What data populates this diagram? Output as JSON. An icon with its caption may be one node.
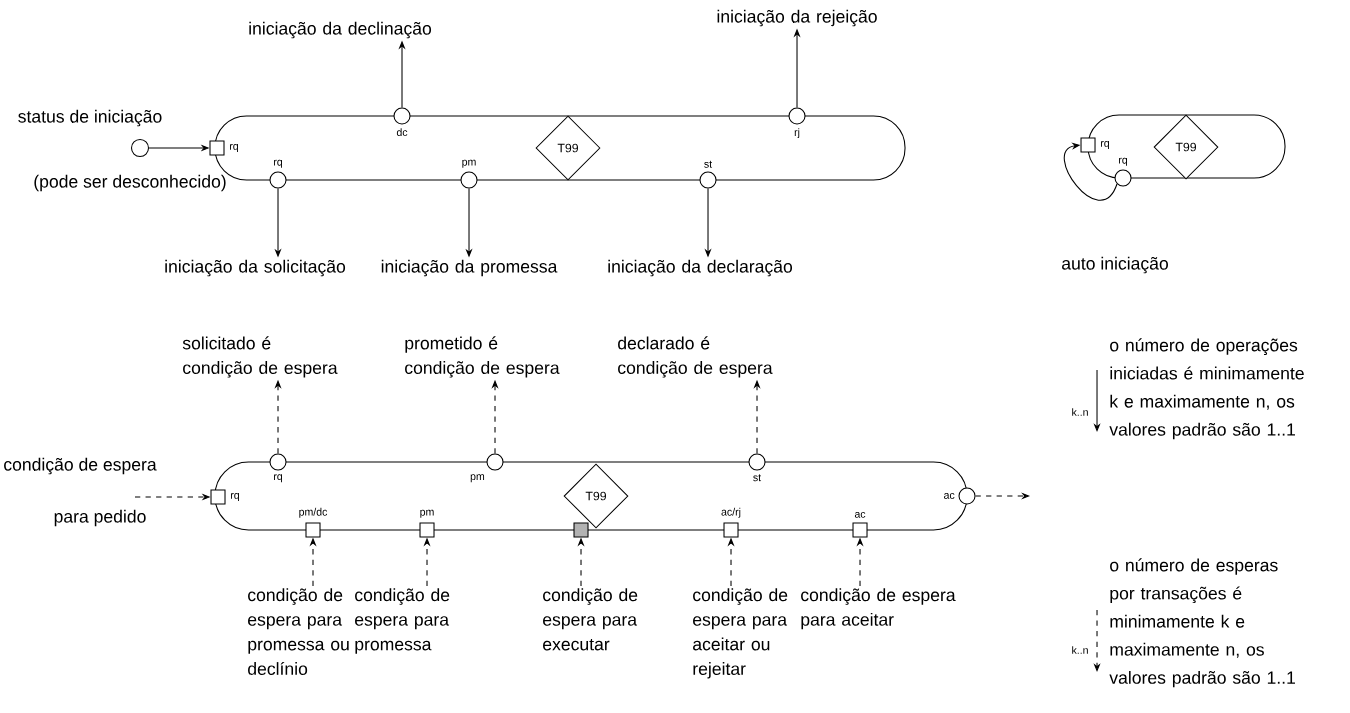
{
  "diagram": {
    "nodes": [
      {
        "text": [],
        "shape": "band"
      },
      {
        "text": [
          "T99"
        ],
        "in": 0
      },
      {
        "text": [
          "rq"
        ],
        "in": 0
      },
      {
        "text": [
          "dc"
        ],
        "in": 0
      },
      {
        "text": [
          "rj"
        ],
        "in": 0
      },
      {
        "text": [
          "rq"
        ],
        "in": 0
      },
      {
        "text": [
          "pm"
        ],
        "in": 0
      },
      {
        "text": [
          "st"
        ],
        "in": 0
      },
      {
        "text": [],
        "shape": "circle"
      },
      {
        "text": [
          "iniciação da declinação"
        ]
      },
      {
        "text": [
          "iniciação da rejeição"
        ]
      },
      {
        "text": [
          "iniciação da solicitação"
        ]
      },
      {
        "text": [
          "iniciação da promessa"
        ]
      },
      {
        "text": [
          "iniciação da declaração"
        ]
      },
      {
        "text": [],
        "shape": "band"
      },
      {
        "text": [
          "T99"
        ],
        "in": 14
      },
      {
        "text": [
          "rq"
        ],
        "in": 14
      },
      {
        "text": [
          "rq"
        ],
        "in": 14
      },
      {
        "text": [],
        "shape": "band"
      },
      {
        "text": [
          "T99"
        ],
        "in": 18
      },
      {
        "text": [
          "rq"
        ],
        "in": 18
      },
      {
        "text": [
          "rq"
        ],
        "in": 18
      },
      {
        "text": [
          "pm"
        ],
        "in": 18
      },
      {
        "text": [
          "st"
        ],
        "in": 18
      },
      {
        "text": [
          "pm/dc"
        ],
        "in": 18
      },
      {
        "text": [
          "pm"
        ],
        "in": 18
      },
      {
        "text": [],
        "shape": "box",
        "in": 18
      },
      {
        "text": [
          "ac/rj"
        ],
        "in": 18
      },
      {
        "text": [
          "ac"
        ],
        "in": 18
      },
      {
        "text": [
          "ac"
        ],
        "in": 18
      },
      {
        "text": [
          "solicitado é condição de espera"
        ]
      },
      {
        "text": [
          "prometido é condição de espera"
        ]
      },
      {
        "text": [
          "declarado é condição de espera"
        ]
      },
      {
        "text": [
          "condição de espera para promessa ou declínio"
        ]
      },
      {
        "text": [
          "condição de espera para promessa"
        ]
      },
      {
        "text": [
          "condição de espera para executar"
        ]
      },
      {
        "text": [
          "condição de espera para aceitar ou rejeitar"
        ]
      },
      {
        "text": [
          "condição de espera para aceitar"
        ]
      }
    ],
    "edges": [
      {
        "from": 8,
        "to": 2,
        "arrow": "to"
      },
      {
        "from": 3,
        "to": 9,
        "arrow": "to"
      },
      {
        "from": 4,
        "to": 10,
        "arrow": "to"
      },
      {
        "from": 5,
        "to": 11,
        "arrow": "to"
      },
      {
        "from": 6,
        "to": 12,
        "arrow": "to"
      },
      {
        "from": 7,
        "to": 13,
        "arrow": "to"
      },
      {
        "from": 17,
        "to": 16,
        "arrow": "to"
      },
      {
        "from": null,
        "to": 20,
        "arrow": "to",
        "style": "dashed"
      },
      {
        "from": 21,
        "to": 30,
        "arrow": "to",
        "style": "dashed"
      },
      {
        "from": 22,
        "to": 31,
        "arrow": "to",
        "style": "dashed"
      },
      {
        "from": 23,
        "to": 32,
        "arrow": "to",
        "style": "dashed"
      },
      {
        "from": 33,
        "to": 24,
        "arrow": "to",
        "style": "dashed"
      },
      {
        "from": 34,
        "to": 25,
        "arrow": "to",
        "style": "dashed"
      },
      {
        "from": 35,
        "to": 26,
        "arrow": "to",
        "style": "dashed"
      },
      {
        "from": 36,
        "to": 27,
        "arrow": "to",
        "style": "dashed"
      },
      {
        "from": 37,
        "to": 28,
        "arrow": "to",
        "style": "dashed"
      },
      {
        "from": 29,
        "to": null,
        "arrow": "to",
        "style": "dashed"
      }
    ],
    "labels": [
      "status de iniciação",
      "(pode ser desconhecido)",
      "auto iniciação",
      "condição de espera",
      "para pedido",
      "k..n",
      "o número de operações iniciadas é minimamente k e maximamente n, os valores padrão são 1..1",
      "k..n",
      "o número de esperas por transações é minimamente k e maximamente n, os valores padrão são 1..1"
    ]
  }
}
